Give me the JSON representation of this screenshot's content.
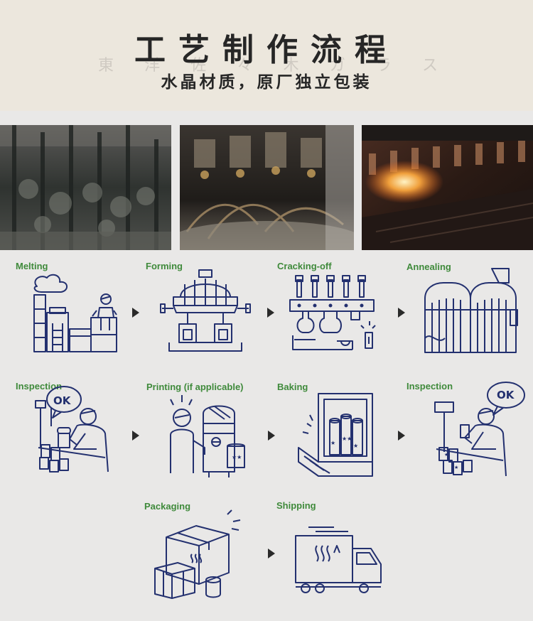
{
  "header": {
    "title": "工艺制作流程",
    "subtitle": "水晶材质，原厂独立包装",
    "watermark": [
      "東",
      "洋",
      "佐",
      "々",
      "木",
      "ガ",
      "ラ",
      "ス"
    ]
  },
  "colors": {
    "line_art": "#23306f",
    "label": "#3f8a3b",
    "header_bg": "#ece7dd",
    "page_bg": "#e9e8e7"
  },
  "photos": [
    {
      "name": "factory-machinery-photo"
    },
    {
      "name": "forming-machine-photo"
    },
    {
      "name": "flame-annealing-photo"
    }
  ],
  "steps": {
    "melting": "Melting",
    "forming": "Forming",
    "cracking": "Cracking-off",
    "annealing": "Annealing",
    "inspection1": "Inspection",
    "printing": "Printing (if applicable)",
    "baking": "Baking",
    "inspection2": "Inspection",
    "packaging": "Packaging",
    "shipping": "Shipping"
  },
  "badges": {
    "ok1": "OK",
    "ok2": "OK"
  }
}
